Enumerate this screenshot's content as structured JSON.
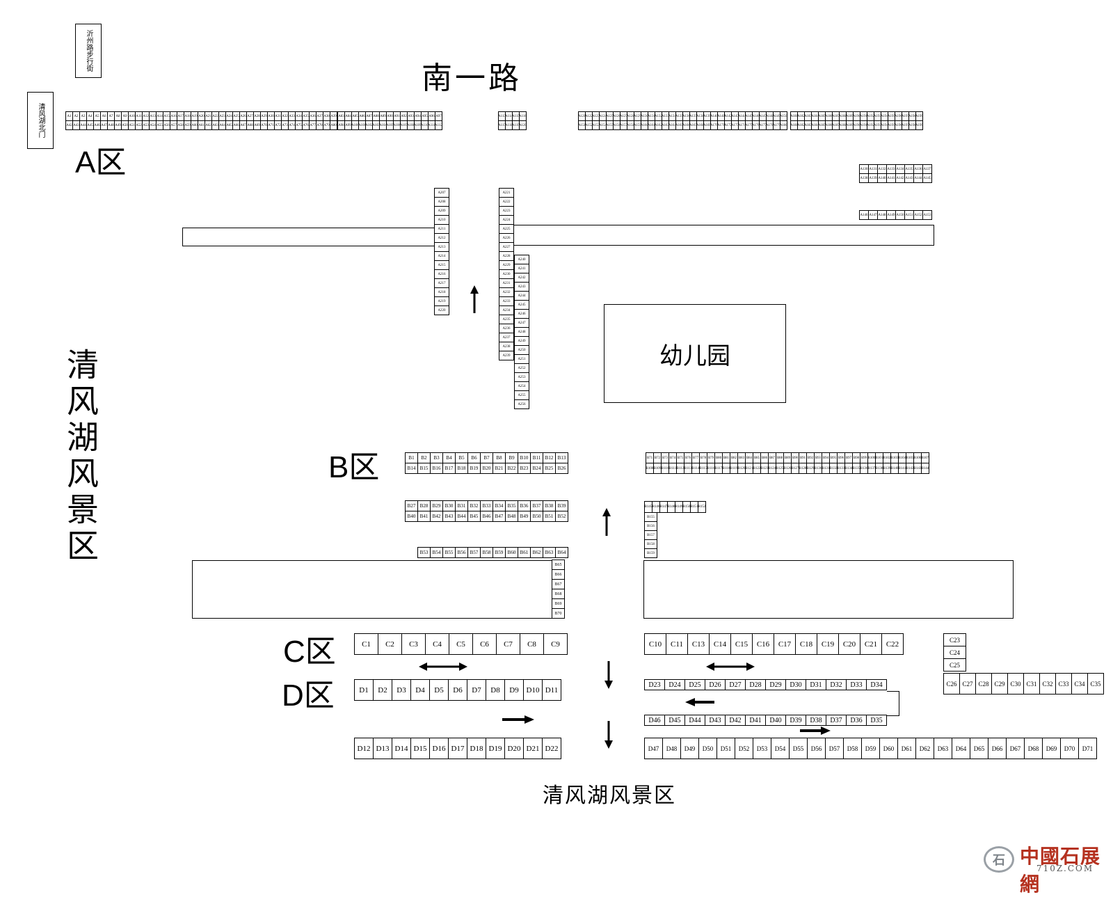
{
  "labels": {
    "road_top": "南一路",
    "side_sign_1": "沂州路步行街",
    "side_sign_2": "清风湖北门",
    "scenic_left": "清风湖风景区",
    "scenic_bottom": "清风湖风景区",
    "kindergarten": "幼儿园",
    "zone_a": "A区",
    "zone_b": "B区",
    "zone_c": "C区",
    "zone_d": "D区"
  },
  "watermark": {
    "text": "中國石展網",
    "url_text": "710Z.COM",
    "color": "#b5311f"
  },
  "booths": {
    "A_row1_top": [
      "A1",
      "A2",
      "A3",
      "A4",
      "A5",
      "A6",
      "A7",
      "A8",
      "A9",
      "A10",
      "A11",
      "A12",
      "A13",
      "A14",
      "A15",
      "A16",
      "A17",
      "A18",
      "A19",
      "A20",
      "A21",
      "A22",
      "A23",
      "A24",
      "A25",
      "A26",
      "A27",
      "A28",
      "A29",
      "A30",
      "A31",
      "A32",
      "A33",
      "A34",
      "A35",
      "A36",
      "A37",
      "A38",
      "A39",
      "A40",
      "A41"
    ],
    "A_row1_bottom": [
      "A42",
      "A43",
      "A44",
      "A45",
      "A46",
      "A47",
      "A48",
      "A49",
      "A50",
      "A51",
      "A52",
      "A53",
      "A54",
      "A55",
      "A56",
      "A57",
      "A58",
      "A59",
      "A60",
      "A61",
      "A62",
      "A63",
      "A64",
      "A65",
      "A66",
      "A67",
      "A68",
      "A69",
      "A70",
      "A71",
      "A72",
      "A73",
      "A74",
      "A75",
      "A76",
      "A77",
      "A78",
      "A79",
      "A80",
      "A81",
      "A82"
    ],
    "A_row2_top": [
      "A83",
      "A84",
      "A85",
      "A86",
      "A87",
      "A88",
      "A89",
      "A90",
      "A91",
      "A92",
      "A93",
      "A94",
      "A95",
      "A96",
      "A97",
      "A98",
      "A99",
      "A100",
      "A101",
      "A102",
      "A103",
      "A104",
      "A105",
      "A106",
      "A107",
      "A108",
      "A109",
      "A110",
      "A111",
      "A112",
      "A113",
      "A114",
      "A115",
      "A116",
      "A117",
      "A118",
      "A119",
      "A120",
      "A121",
      "A122",
      "A123",
      "A124",
      "A125",
      "A126",
      "A127",
      "A128",
      "A129"
    ],
    "A_right_top": [
      "A130",
      "A131",
      "A132",
      "A133",
      "A134",
      "A135",
      "A136",
      "A137",
      "A138",
      "A139",
      "A140",
      "A141",
      "A142",
      "A143",
      "A144",
      "A145",
      "A146",
      "A147",
      "A148",
      "A149",
      "A150",
      "A151",
      "A152",
      "A153",
      "A154",
      "A155",
      "A156",
      "A157",
      "A158",
      "A159",
      "A160",
      "A161",
      "A162",
      "A163",
      "A164",
      "A165",
      "A166",
      "A167",
      "A168",
      "A169",
      "A170",
      "A171",
      "A172",
      "A173",
      "A174",
      "A175",
      "A176",
      "A177",
      "A178",
      "A179",
      "A180",
      "A181",
      "A182",
      "A183",
      "A184",
      "A185",
      "A186",
      "A187",
      "A188",
      "A189",
      "A190",
      "A191",
      "A192",
      "A193",
      "A194",
      "A195",
      "A196",
      "A197",
      "A198",
      "A199",
      "A200",
      "A201",
      "A202",
      "A203",
      "A204",
      "A205",
      "A206"
    ],
    "A_vert_left": [
      "A207",
      "A208",
      "A209",
      "A210",
      "A211",
      "A212",
      "A213",
      "A214",
      "A215",
      "A216",
      "A217",
      "A218",
      "A219",
      "A220"
    ],
    "A_vert_right1": [
      "A221",
      "A222",
      "A223",
      "A224",
      "A225",
      "A226",
      "A227",
      "A228",
      "A229",
      "A230",
      "A231",
      "A232",
      "A233",
      "A234",
      "A235",
      "A236",
      "A237",
      "A238",
      "A239"
    ],
    "A_vert_right2": [
      "A240",
      "A241",
      "A242",
      "A243",
      "A244",
      "A245",
      "A246",
      "A247",
      "A248",
      "A249",
      "A250",
      "A251",
      "A252",
      "A253",
      "A254",
      "A255",
      "A256"
    ],
    "B_top_left_row1": [
      "B1",
      "B2",
      "B3",
      "B4",
      "B5",
      "B6",
      "B7",
      "B8",
      "B9",
      "B10",
      "B11",
      "B12",
      "B13"
    ],
    "B_top_left_row2": [
      "B14",
      "B15",
      "B16",
      "B17",
      "B18",
      "B19",
      "B20",
      "B21",
      "B22",
      "B23",
      "B24",
      "B25",
      "B26"
    ],
    "B_mid_left_row1": [
      "B27",
      "B28",
      "B29",
      "B30",
      "B31",
      "B32",
      "B33",
      "B34",
      "B35",
      "B36",
      "B37",
      "B38",
      "B39"
    ],
    "B_mid_left_row2": [
      "B40",
      "B41",
      "B42",
      "B43",
      "B44",
      "B45",
      "B46",
      "B47",
      "B48",
      "B49",
      "B50",
      "B51",
      "B52"
    ],
    "B_low_left_row": [
      "B53",
      "B54",
      "B55",
      "B56",
      "B57",
      "B58",
      "B59",
      "B60",
      "B61",
      "B62",
      "B63",
      "B64"
    ],
    "B_low_left_col": [
      "B65",
      "B66",
      "B67",
      "B68",
      "B69",
      "B70"
    ],
    "B_top_right_row1": [
      "B71",
      "B72",
      "B73",
      "B74",
      "B75",
      "B76",
      "B77",
      "B78",
      "B79",
      "B80",
      "B81",
      "B82",
      "B83",
      "B84",
      "B85",
      "B86",
      "B87",
      "B88",
      "B89",
      "B90",
      "B91",
      "B92",
      "B93",
      "B94",
      "B95",
      "B96",
      "B97",
      "B98",
      "B99",
      "B100",
      "B101",
      "B102",
      "B103",
      "B104",
      "B105",
      "B106",
      "B107"
    ],
    "B_top_right_row2": [
      "B108",
      "B109",
      "B110",
      "B111",
      "B112",
      "B113",
      "B114",
      "B115",
      "B116",
      "B117",
      "B118",
      "B119",
      "B120",
      "B121",
      "B122",
      "B123",
      "B124",
      "B125",
      "B126",
      "B127",
      "B128",
      "B129",
      "B130",
      "B131",
      "B132",
      "B133",
      "B134",
      "B135",
      "B136",
      "B137",
      "B138",
      "B139",
      "B140",
      "B141",
      "B142",
      "B143",
      "B144"
    ],
    "B_mid_right_row": [
      "B145",
      "B146",
      "B147",
      "B148",
      "B149",
      "B150",
      "B151",
      "B152",
      "B153",
      "B154"
    ],
    "B_mid_right_col": [
      "B155",
      "B156",
      "B157",
      "B158",
      "B159"
    ],
    "C_left": [
      "C1",
      "C2",
      "C3",
      "C4",
      "C5",
      "C6",
      "C7",
      "C8",
      "C9"
    ],
    "C_right": [
      "C10",
      "C11",
      "C13",
      "C14",
      "C15",
      "C16",
      "C17",
      "C18",
      "C19",
      "C20",
      "C21",
      "C22"
    ],
    "C_col": [
      "C23",
      "C24",
      "C25"
    ],
    "C_bottom": [
      "C26",
      "C27",
      "C28",
      "C29",
      "C30",
      "C31",
      "C32",
      "C33",
      "C34",
      "C35"
    ],
    "D_left1": [
      "D1",
      "D2",
      "D3",
      "D4",
      "D5",
      "D6",
      "D7",
      "D8",
      "D9",
      "D10",
      "D11"
    ],
    "D_left2": [
      "D12",
      "D13",
      "D14",
      "D15",
      "D16",
      "D17",
      "D18",
      "D19",
      "D20",
      "D21",
      "D22"
    ],
    "D_right1": [
      "D23",
      "D24",
      "D25",
      "D26",
      "D27",
      "D28",
      "D29",
      "D30",
      "D31",
      "D32",
      "D33",
      "D34"
    ],
    "D_right2": [
      "D46",
      "D45",
      "D44",
      "D43",
      "D42",
      "D41",
      "D40",
      "D39",
      "D38",
      "D37",
      "D36",
      "D35"
    ],
    "D_right3": [
      "D47",
      "D48",
      "D49",
      "D50",
      "D51",
      "D52",
      "D53",
      "D54",
      "D55",
      "D56",
      "D57",
      "D58",
      "D59",
      "D60",
      "D61",
      "D62",
      "D63",
      "D64",
      "D65",
      "D66",
      "D67",
      "D68",
      "D69",
      "D70",
      "D71"
    ]
  }
}
